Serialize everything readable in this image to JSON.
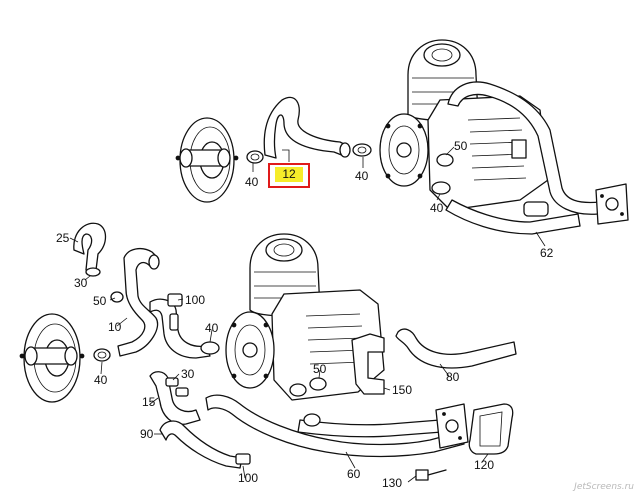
{
  "highlighted_part": "12",
  "callouts": {
    "c_40_top_a": "40",
    "c_40_top_b": "40",
    "c_50_top": "50",
    "c_40_top_c": "40",
    "c_62": "62",
    "c_25": "25",
    "c_30_left": "30",
    "c_50_left": "50",
    "c_100_top": "100",
    "c_10": "10",
    "c_40_mid_a": "40",
    "c_40_mid_b": "40",
    "c_30_mid": "30",
    "c_50_mid": "50",
    "c_80": "80",
    "c_150": "150",
    "c_15": "15",
    "c_90": "90",
    "c_100_bottom": "100",
    "c_60": "60",
    "c_120": "120",
    "c_130": "130"
  },
  "watermark": "JetScreens.ru",
  "colors": {
    "highlight_border": "#e01a1a",
    "highlight_fill": "#f6ec2a",
    "line": "#111111"
  }
}
